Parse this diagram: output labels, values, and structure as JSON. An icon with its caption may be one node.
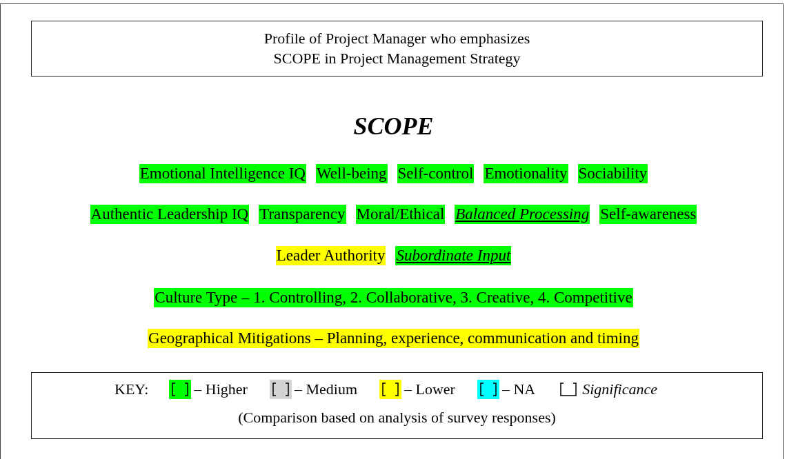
{
  "diagram": {
    "title": "SCOPE",
    "nodes": [
      {
        "text": [
          "Profile of Project Manager who emphasizes SCOPE in Project Management Strategy"
        ]
      },
      {
        "text": [
          "Emotional Intelligence IQ"
        ]
      },
      {
        "text": [
          "Well-being"
        ]
      },
      {
        "text": [
          "Self-control"
        ]
      },
      {
        "text": [
          "Emotionality"
        ]
      },
      {
        "text": [
          "Sociability"
        ]
      },
      {
        "text": [
          "Authentic Leadership IQ"
        ]
      },
      {
        "text": [
          "Transparency"
        ]
      },
      {
        "text": [
          "Moral/Ethical"
        ]
      },
      {
        "text": [
          "Balanced Processing"
        ]
      },
      {
        "text": [
          "Self-awareness"
        ]
      },
      {
        "text": [
          "Leader Authority"
        ]
      },
      {
        "text": [
          "Subordinate Input"
        ]
      },
      {
        "text": [
          "Culture Type – 1. Controlling, 2. Collaborative, 3. Creative, 4. Competitive"
        ]
      },
      {
        "text": [
          "Geographical Mitigations – Planning, experience, communication and timing"
        ]
      },
      {
        "text": [
          "KEY:",
          "(Comparison based on analysis of survey responses)"
        ]
      }
    ],
    "legend": [
      {
        "text": "– Higher",
        "color": "#00ff00"
      },
      {
        "text": "– Medium",
        "color": "#d3d3d3"
      },
      {
        "text": "– Lower",
        "color": "#ffff00"
      },
      {
        "text": "– NA",
        "color": "#00ffff"
      },
      {
        "text": "Significance"
      }
    ]
  }
}
